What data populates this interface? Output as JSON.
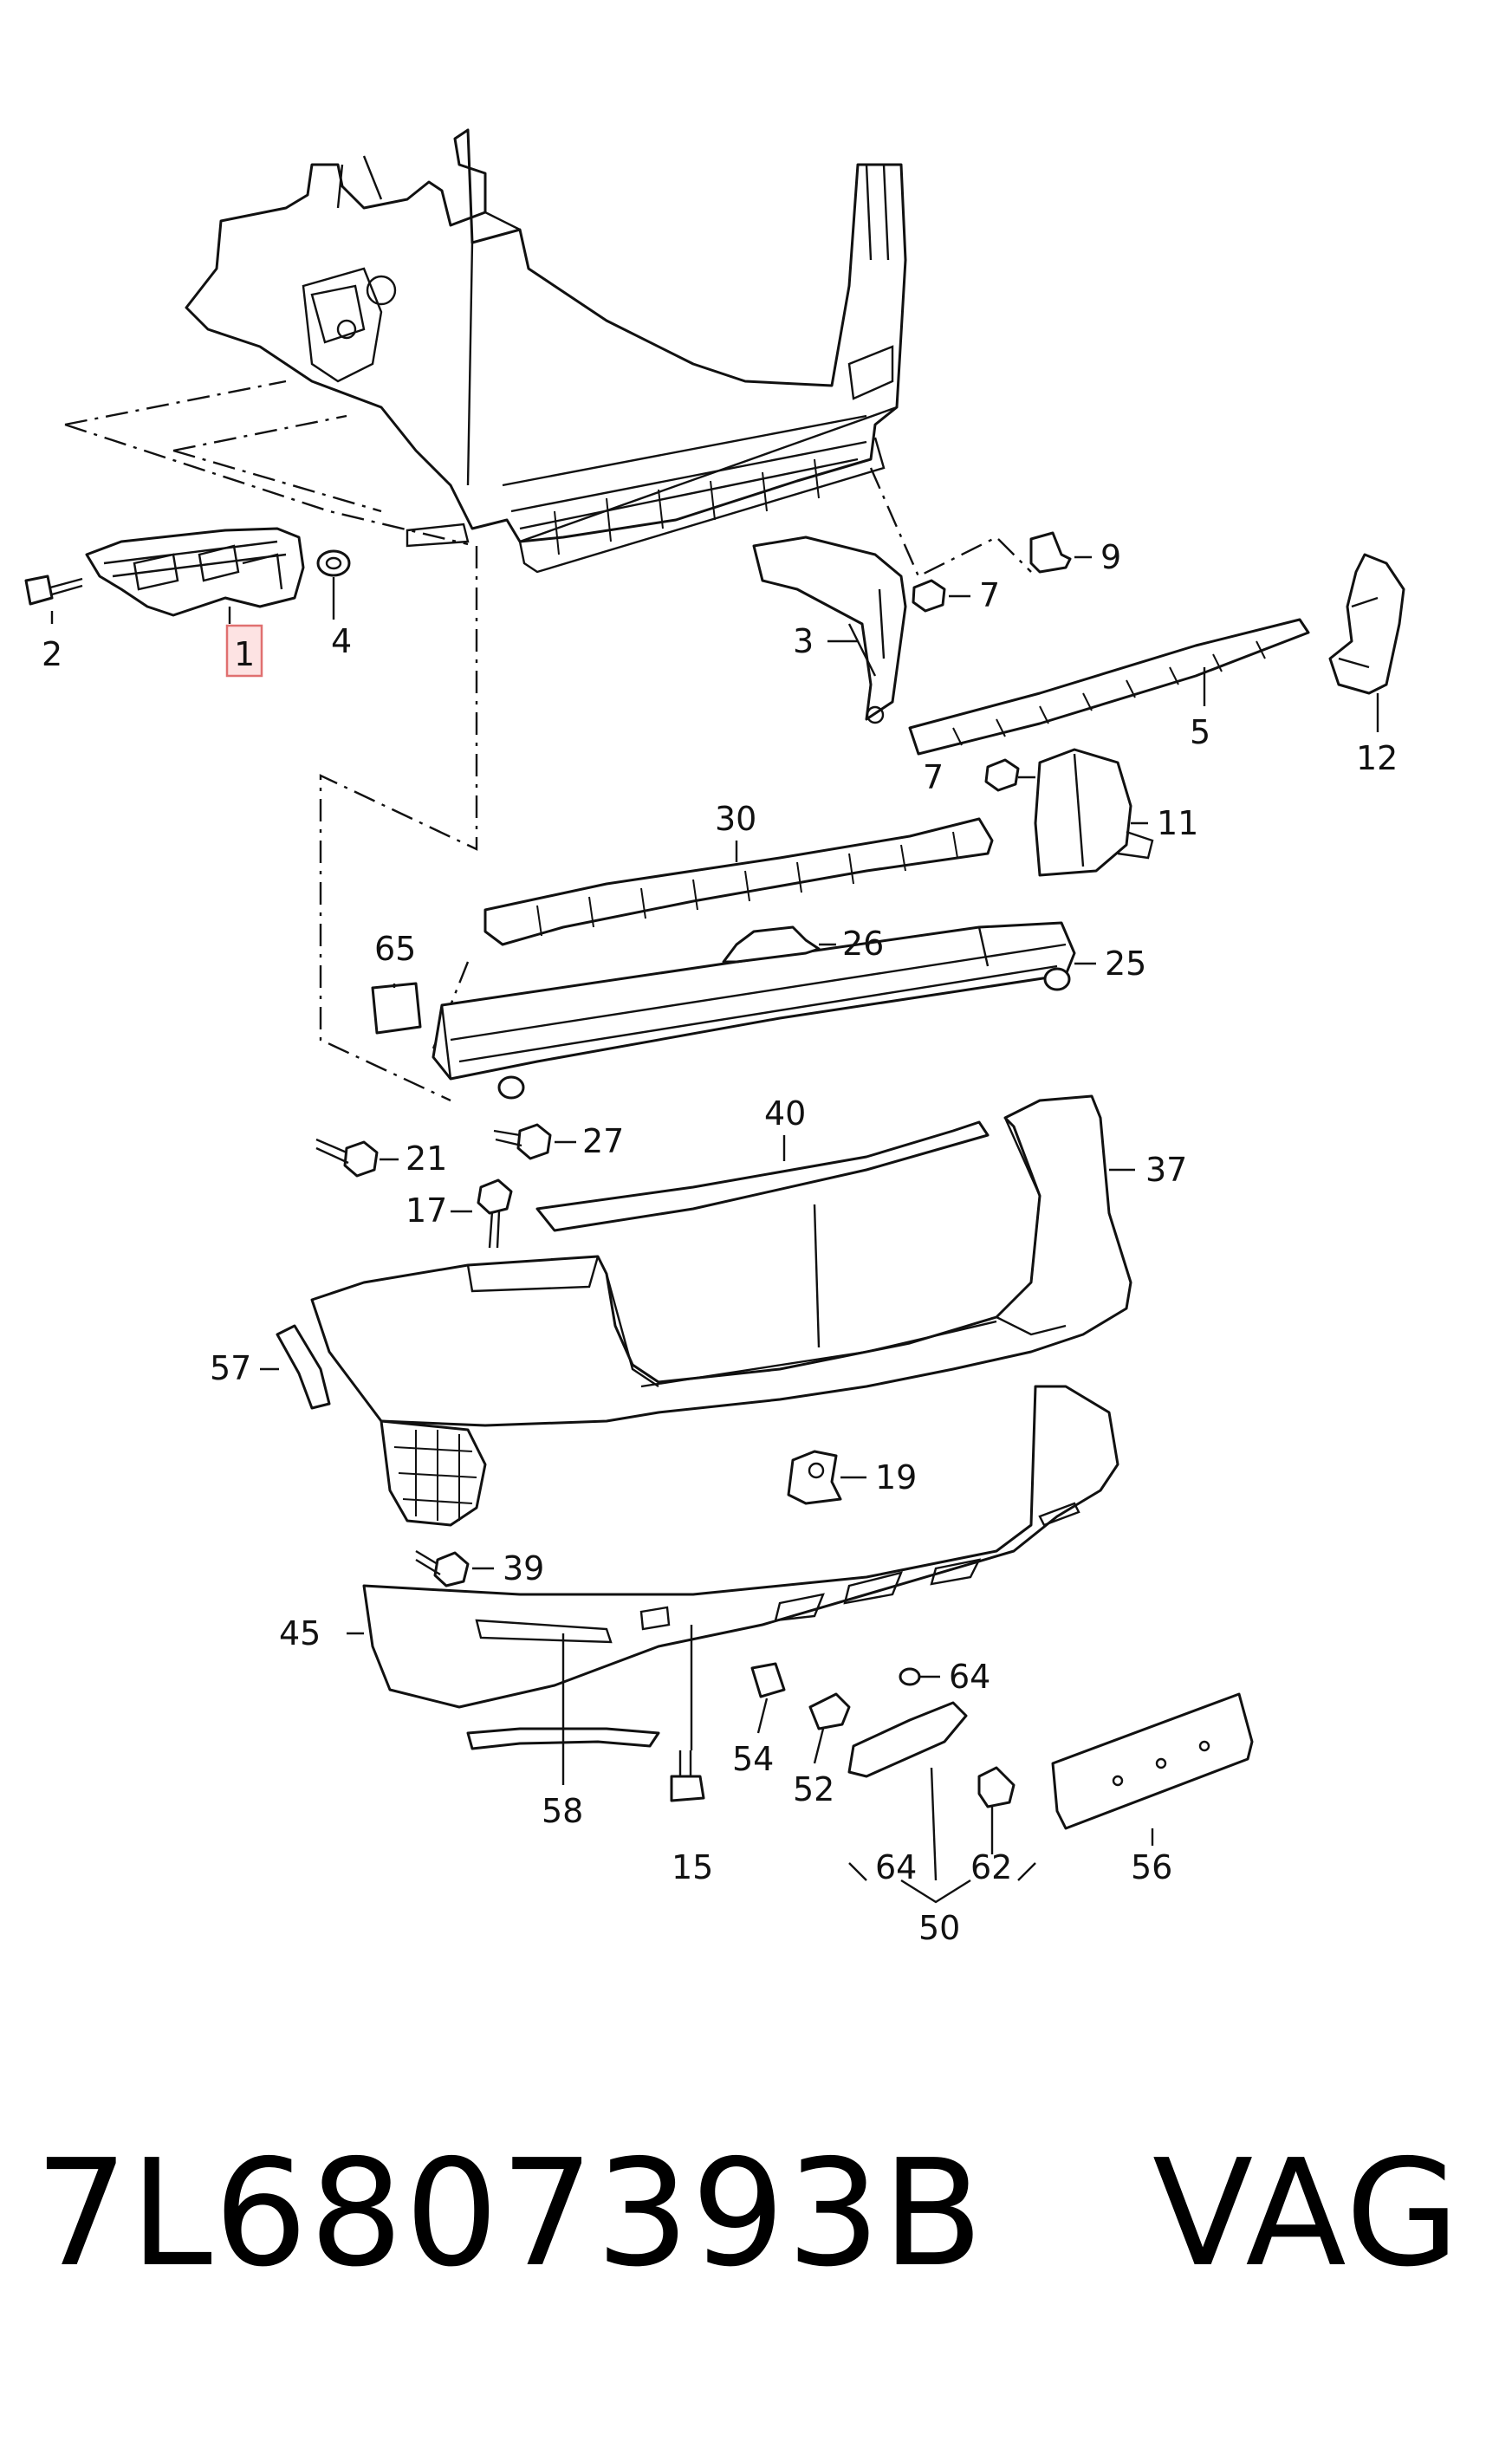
{
  "diagram": {
    "highlighted_part": "1",
    "highlight_color": "#e07070",
    "callouts": [
      "1",
      "2",
      "4",
      "3",
      "7",
      "7",
      "9",
      "5",
      "12",
      "11",
      "30",
      "26",
      "25",
      "65",
      "27",
      "21",
      "40",
      "37",
      "17",
      "57",
      "19",
      "39",
      "45",
      "64",
      "58",
      "54",
      "52",
      "15",
      "56",
      "64",
      "62",
      "50"
    ]
  },
  "footer": {
    "part_number": "7L6807393B",
    "brand": "VAG"
  }
}
